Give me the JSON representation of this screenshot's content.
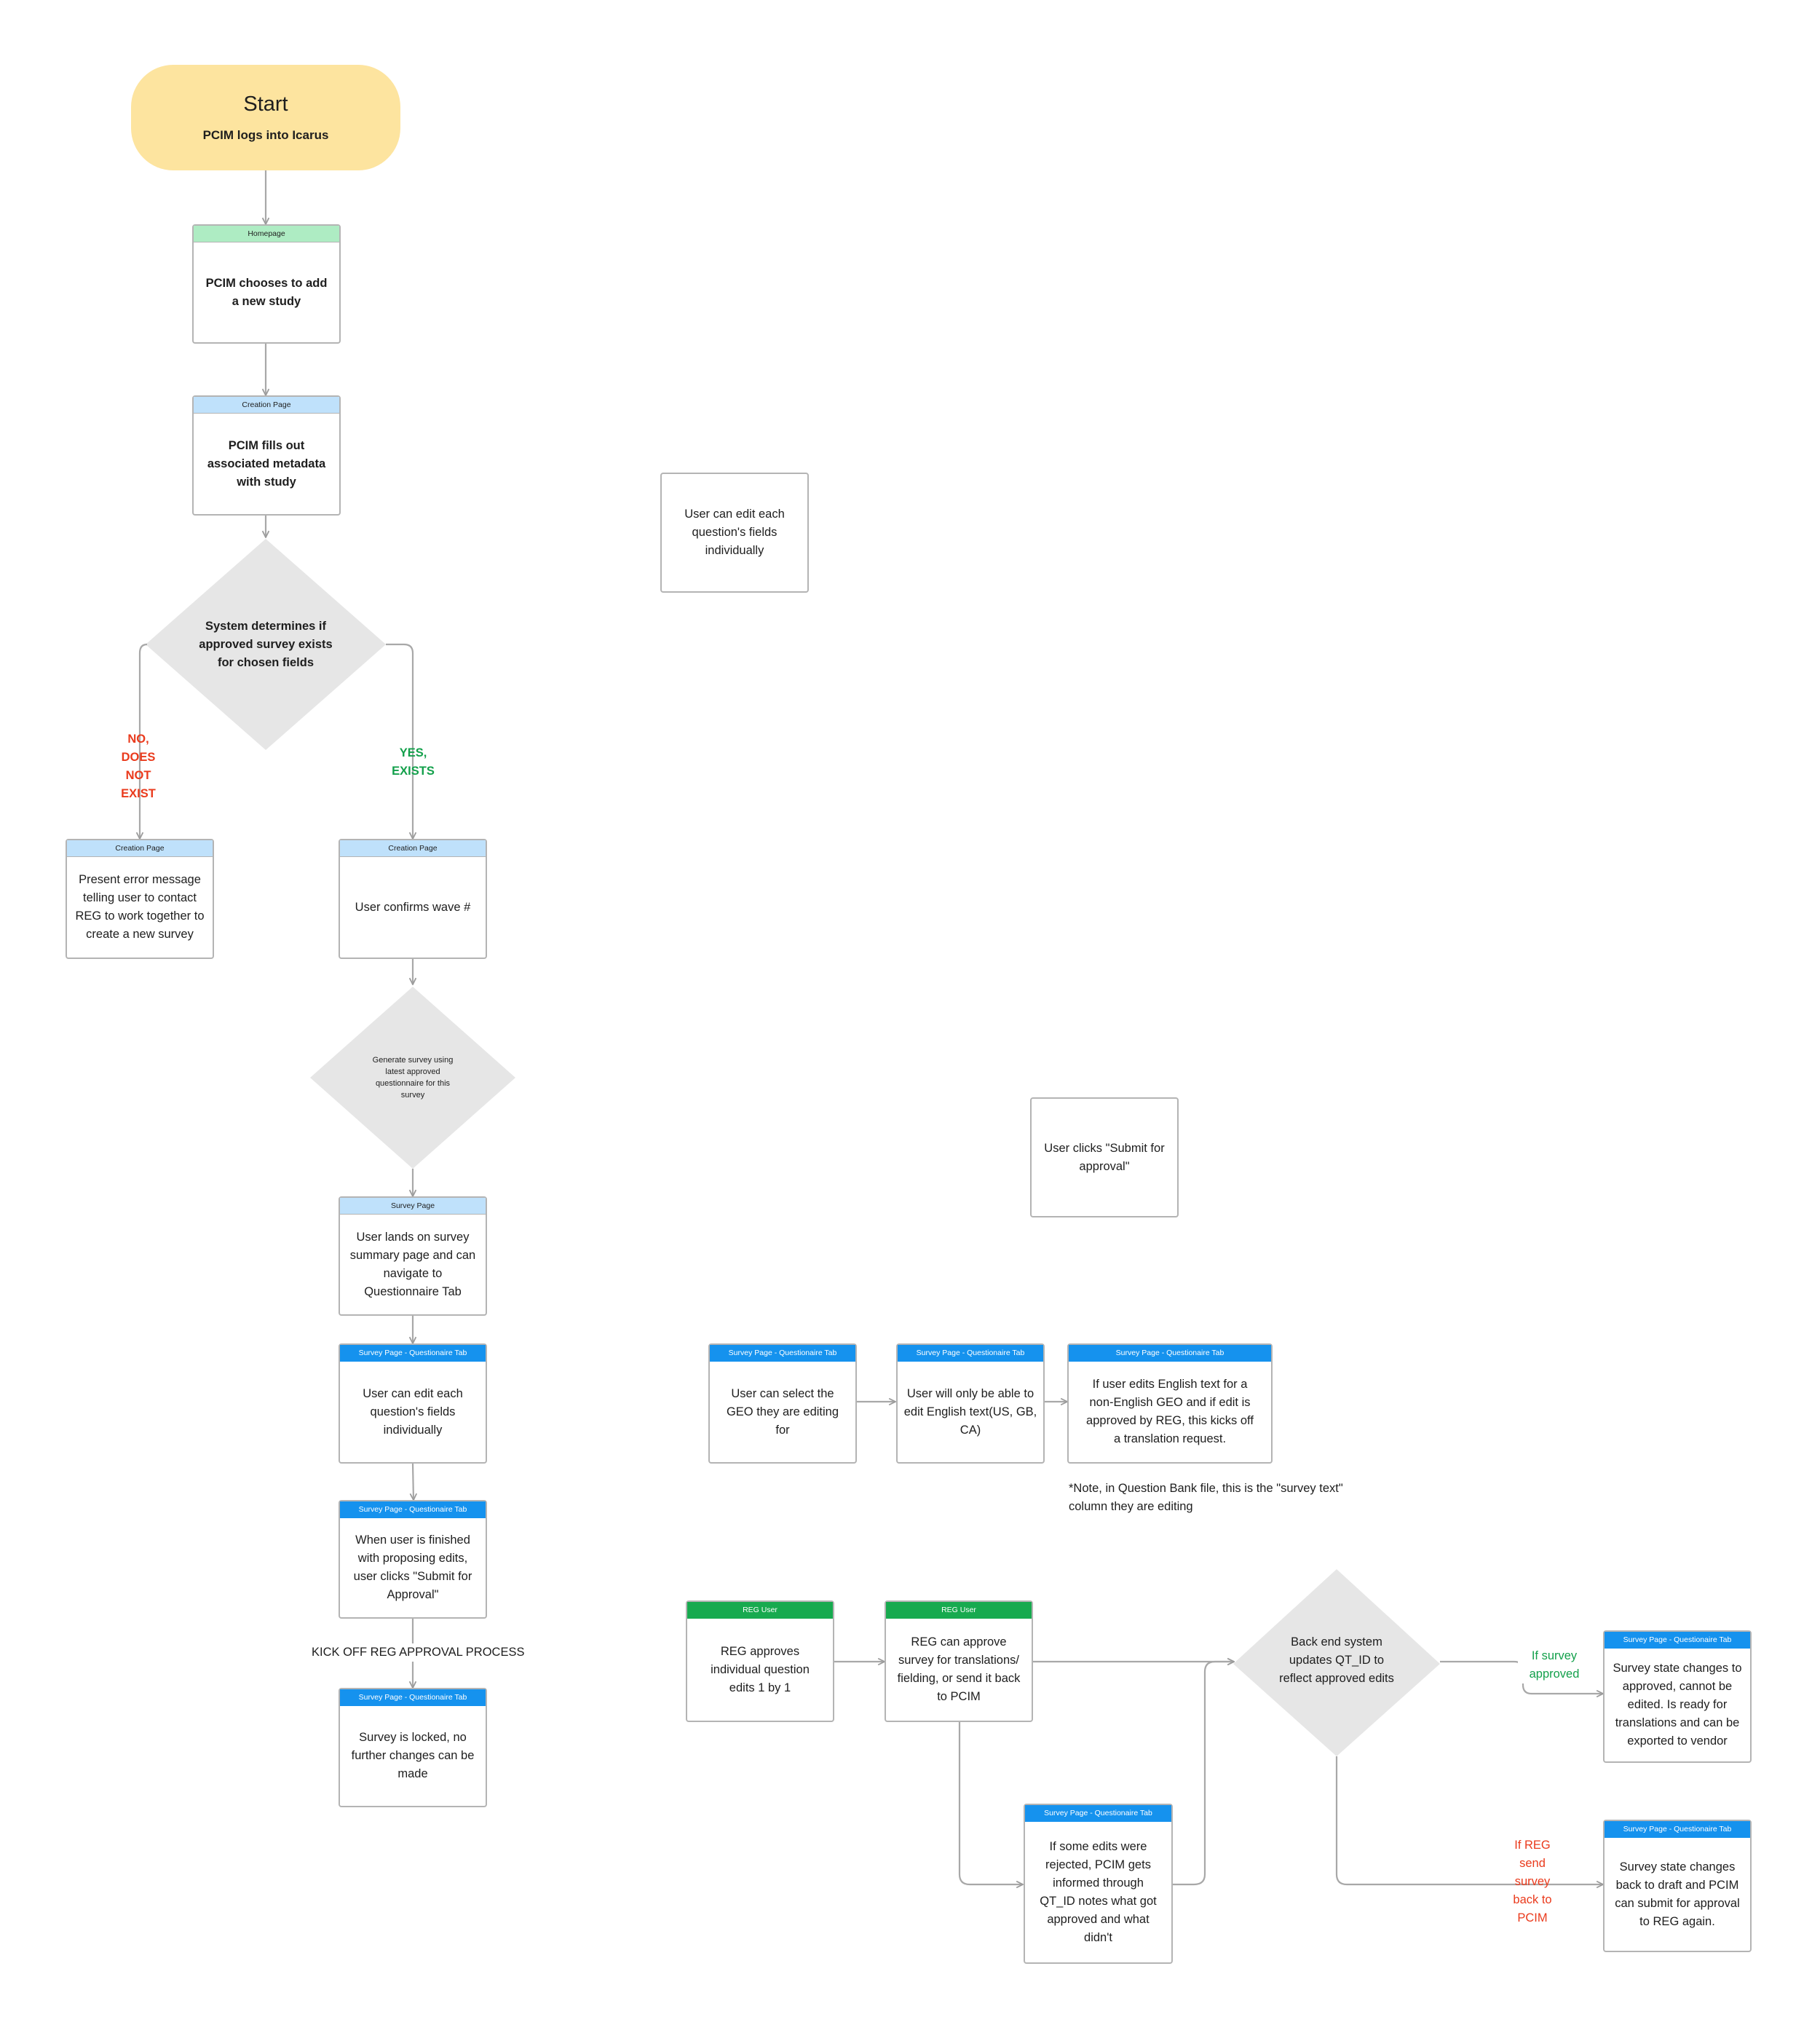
{
  "start": {
    "title": "Start",
    "subtitle": "PCIM logs into Icarus"
  },
  "homepage": {
    "header": "Homepage",
    "text": "PCIM chooses to add a new study"
  },
  "creation_metadata": {
    "header": "Creation Page",
    "text": "PCIM fills out associated metadata with study"
  },
  "decision_exists": {
    "text": "System determines if approved survey exists for chosen fields"
  },
  "edge_no": {
    "text": "NO,\nDOES\nNOT\nEXIST"
  },
  "edge_yes": {
    "text": "YES,\nEXISTS"
  },
  "error_card": {
    "header": "Creation Page",
    "text": "Present error message telling user to contact REG to work together to create a new survey"
  },
  "confirm_wave": {
    "header": "Creation Page",
    "text": "User confirms wave #"
  },
  "generate_survey": {
    "text": "Generate survey using latest approved questionnaire for this survey"
  },
  "survey_landing": {
    "header": "Survey Page",
    "text": "User lands on survey summary page and can navigate to Questionnaire Tab"
  },
  "edit_fields": {
    "header": "Survey Page - Questionaire Tab",
    "text": "User can edit each question's fields individually"
  },
  "submit_approval": {
    "header": "Survey Page - Questionaire Tab",
    "text": "When user is finished with  proposing edits, user clicks \"Submit for Approval\""
  },
  "kickoff": {
    "text": "KICK OFF REG APPROVAL PROCESS"
  },
  "survey_locked": {
    "header": "Survey Page - Questionaire Tab",
    "text": "Survey is locked, no further changes can be made"
  },
  "float_edit": {
    "text": "User can edit each question's fields individually"
  },
  "float_submit": {
    "text": "User clicks \"Submit for approval\""
  },
  "select_geo": {
    "header": "Survey Page - Questionaire Tab",
    "text": "User can select the GEO they are editing for"
  },
  "edit_english": {
    "header": "Survey Page - Questionaire Tab",
    "text": "User will only be able to edit English text(US, GB, CA)"
  },
  "translation_request": {
    "header": "Survey Page - Questionaire Tab",
    "text": "If user edits English text for a non-English GEO and if edit is approved by REG, this kicks off a translation request."
  },
  "note": {
    "text": "*Note, in Question Bank file, this is the \"survey text\" column they are editing"
  },
  "reg_approves": {
    "header": "REG User",
    "text": "REG approves individual question edits 1 by 1"
  },
  "reg_can_approve": {
    "header": "REG User",
    "text": "REG can approve survey for translations/ fielding, or send it back to PCIM"
  },
  "rejected_edits": {
    "header": "Survey Page - Questionaire Tab",
    "text": "If some edits were rejected, PCIM gets informed through QT_ID notes what got approved and what didn't"
  },
  "backend_update": {
    "text": "Back end system updates QT_ID to reflect approved edits"
  },
  "edge_approved": {
    "text": "If survey\napproved"
  },
  "edge_sendback": {
    "text": "If REG\nsend\nsurvey\nback to\nPCIM"
  },
  "approved_state": {
    "header": "Survey Page - Questionaire Tab",
    "text": "Survey state changes to approved, cannot be edited. Is ready for translations and can be exported to vendor"
  },
  "draft_state": {
    "header": "Survey Page - Questionaire Tab",
    "text": "Survey state changes back to draft and PCIM can submit for approval to REG again."
  },
  "colors": {
    "accent_blue": "#1592ee",
    "light_blue": "#bfe1fb",
    "green_header": "#aeecc3",
    "reg_green": "#17aa4f",
    "start_yellow": "#fde49f",
    "diamond_gray": "#e6e6e6",
    "no_red": "#ea3a1c",
    "yes_green": "#13a04b"
  }
}
